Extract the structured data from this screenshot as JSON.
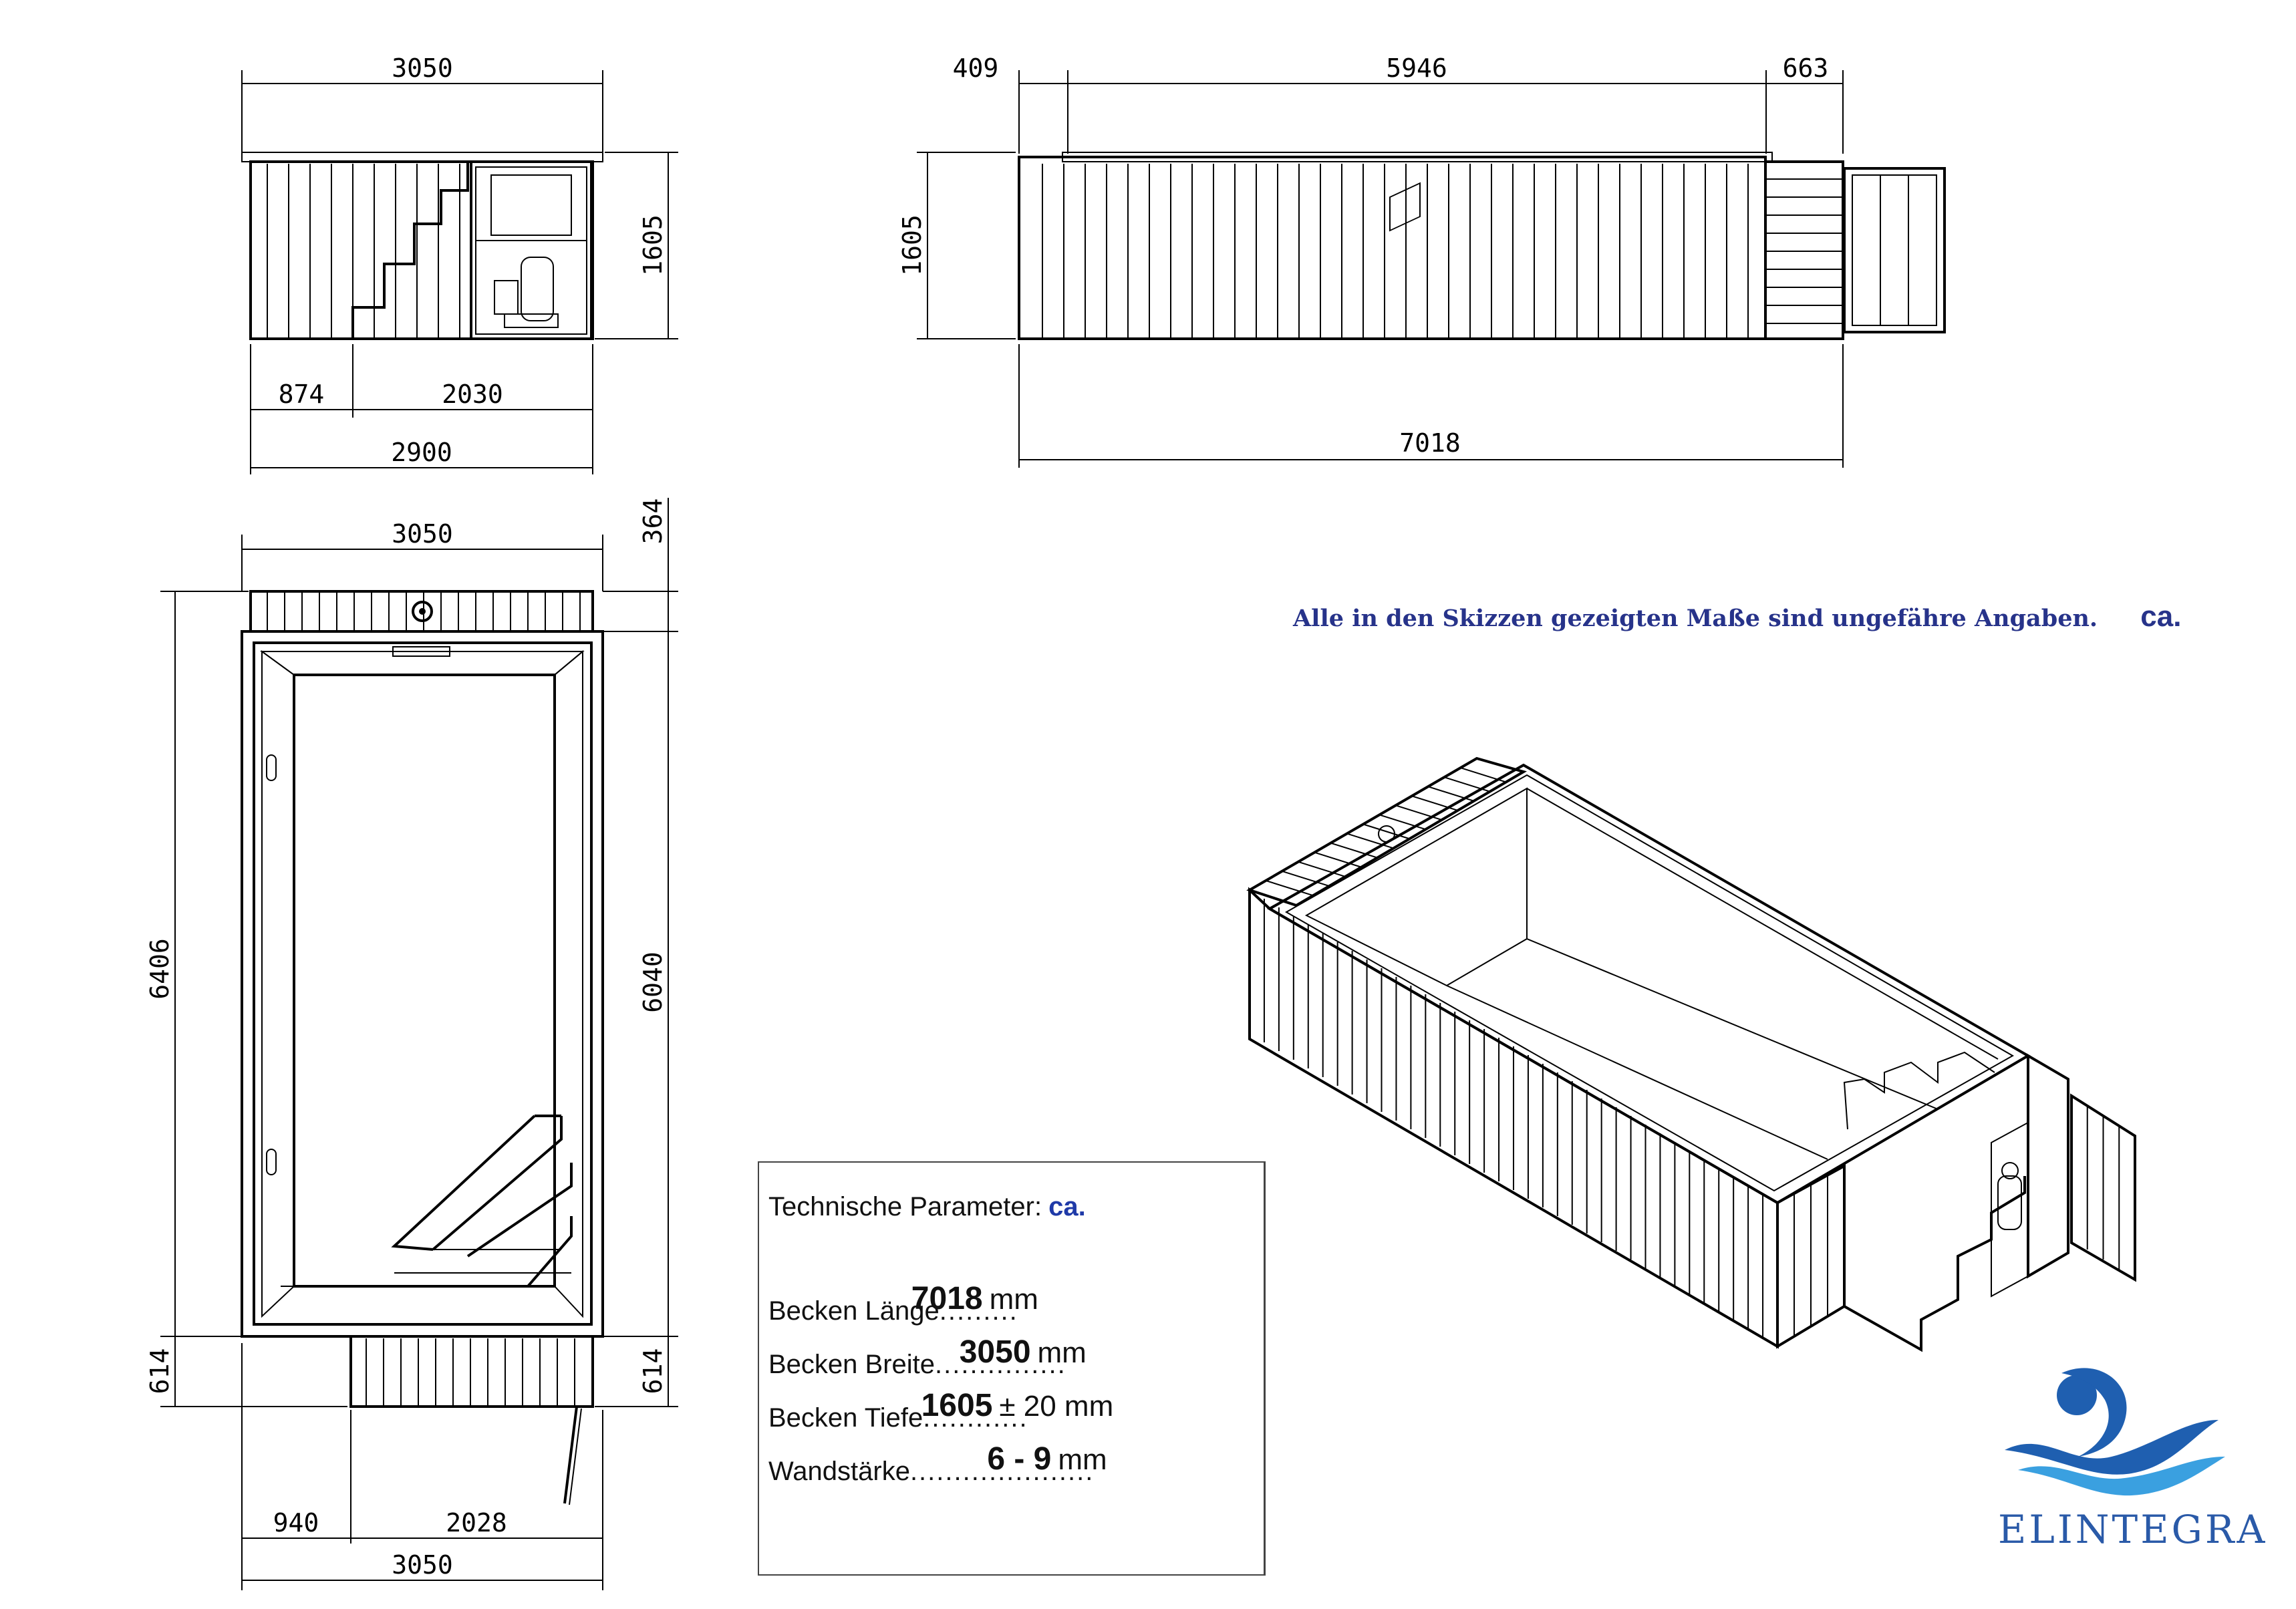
{
  "front_view": {
    "dim_top": "3050",
    "dim_height": "1605",
    "dim_left_part": "874",
    "dim_right_part": "2030",
    "dim_bottom": "2900"
  },
  "side_view": {
    "dim_left": "409",
    "dim_middle": "5946",
    "dim_right": "663",
    "dim_height": "1605",
    "dim_total": "7018"
  },
  "plan_view": {
    "dim_top": "3050",
    "dim_top_right": "364",
    "dim_left_total": "6406",
    "dim_right_inner": "6040",
    "dim_bottom_left": "614",
    "dim_bottom_right": "614",
    "dim_bottom_part_left": "940",
    "dim_bottom_part_right": "2028",
    "dim_bottom_total": "3050"
  },
  "note": {
    "text": "Alle in den Skizzen gezeigten Maße sind ungefähre Angaben.",
    "ca": "ca."
  },
  "params": {
    "title": "Technische Parameter:",
    "title_ca": "ca.",
    "rows": [
      {
        "label": "Becken Länge",
        "dots": ".........",
        "value": "7018",
        "unit": "mm"
      },
      {
        "label": "Becken Breite",
        "dots": "...............",
        "value": "3050",
        "unit": "mm"
      },
      {
        "label": "Becken Tiefe",
        "dots": "............",
        "value": "1605",
        "unit": "± 20 mm"
      },
      {
        "label": "Wandstärke",
        "dots": ".....................",
        "value": "6 - 9",
        "unit": "mm"
      }
    ]
  },
  "logo": {
    "brand": "ELINTEGRA",
    "color_primary": "#1f5fb0",
    "color_light": "#3aa0e0"
  }
}
